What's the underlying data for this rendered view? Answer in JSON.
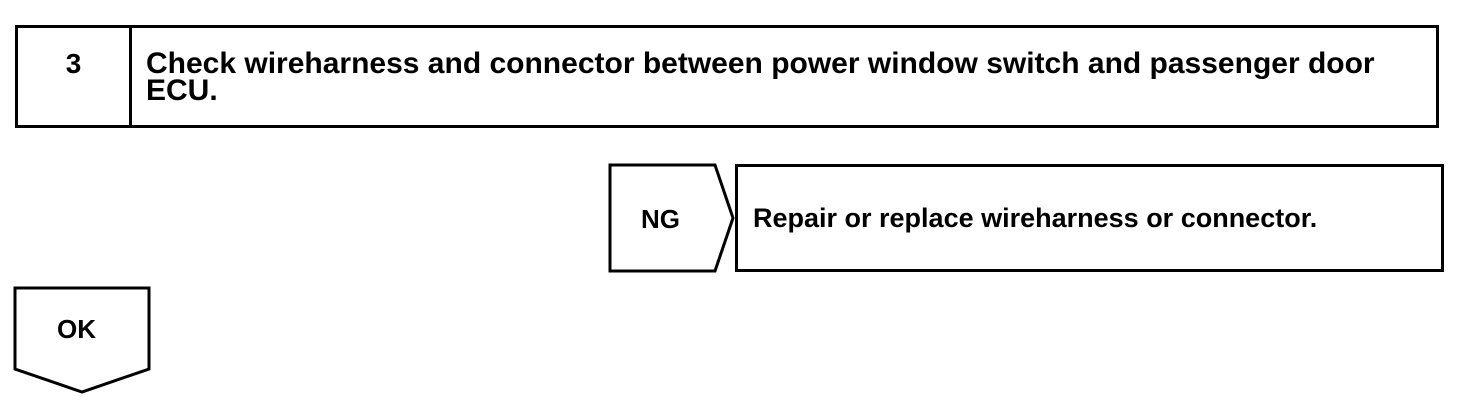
{
  "step": {
    "number": "3",
    "title": "Check wireharness and connector between power window switch and passenger door ECU."
  },
  "ng_branch": {
    "label": "NG",
    "action": "Repair or replace wireharness or connector."
  },
  "ok_branch": {
    "label": "OK"
  }
}
